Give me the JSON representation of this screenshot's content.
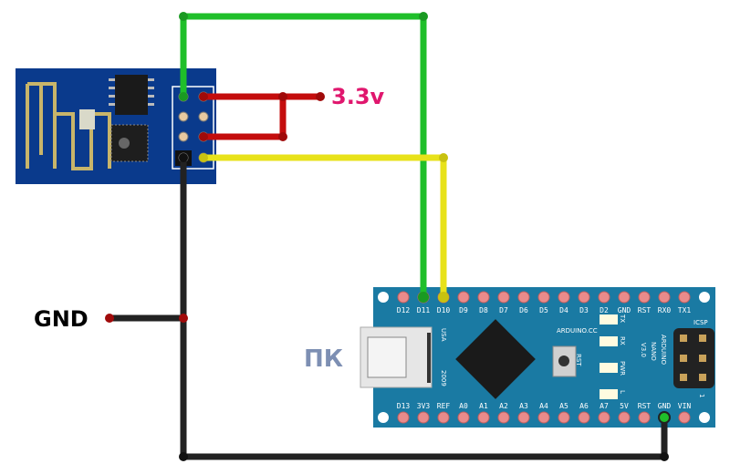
{
  "labels": {
    "voltage": "3.3v",
    "ground": "GND",
    "pc": "ПК"
  },
  "nano": {
    "top_pins": [
      "D12",
      "D11",
      "D10",
      "D9",
      "D8",
      "D7",
      "D6",
      "D5",
      "D4",
      "D3",
      "D2",
      "GND",
      "RST",
      "RX0",
      "TX1"
    ],
    "bottom_pins": [
      "D13",
      "3V3",
      "REF",
      "A0",
      "A1",
      "A2",
      "A3",
      "A4",
      "A5",
      "A6",
      "A7",
      "5V",
      "RST",
      "GND",
      "VIN"
    ],
    "brand": "ARDUINO.CC",
    "model_line1": "ARDUINO",
    "model_line2": "NANO",
    "model_line3": "V3.0",
    "icsp": "ICSP",
    "usa": "USA",
    "year": "2009",
    "rst_label": "RST",
    "led_labels": [
      "TX",
      "RX",
      "PWR",
      "L"
    ],
    "icsp_one": "1"
  },
  "colors": {
    "esp_board": "#0a3a8c",
    "nano_board": "#1a7aa3",
    "wire_green": "#1fbf2a",
    "wire_yellow": "#e8e21a",
    "wire_red": "#c40d0d",
    "wire_black": "#222222",
    "voltage_text": "#e0176e",
    "pc_text": "#7d8fb3"
  }
}
